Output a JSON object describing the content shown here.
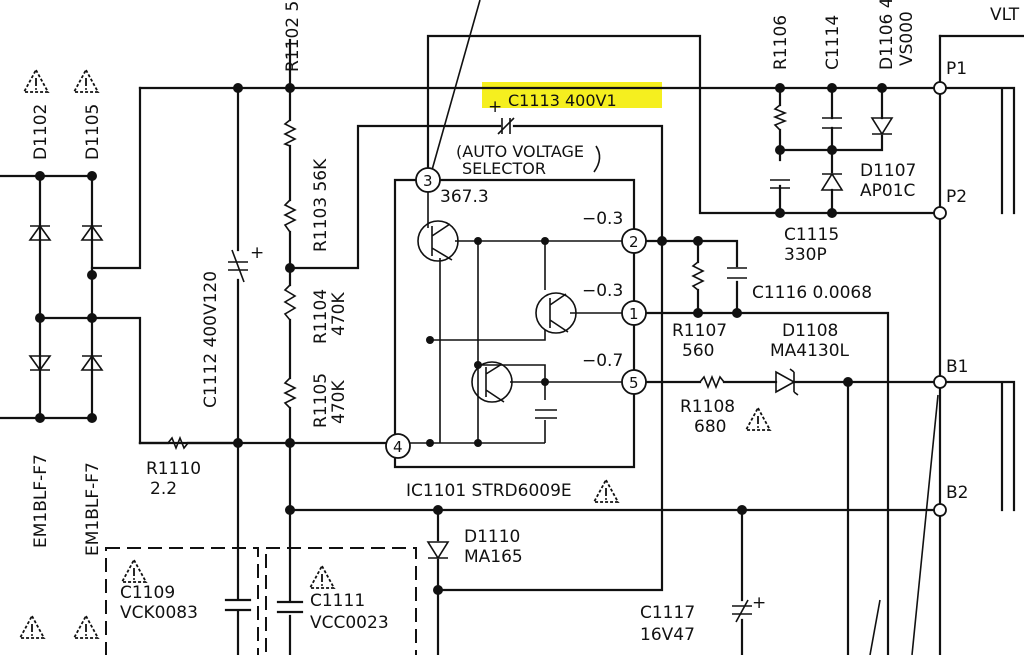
{
  "labels": {
    "r1102": "R1102 5",
    "r1106": "R1106",
    "c1114": "C1114",
    "d1106": "D1106 4",
    "vs": "VS000",
    "vlt": "VLT",
    "p1": "P1",
    "p2": "P2",
    "b1": "B1",
    "b2": "B2",
    "d1102": "D1102",
    "d1105": "D1105",
    "em1": "EM1BLF-F7",
    "em2": "EM1BLF-F7",
    "c1113": "C1113  400V1",
    "c1113_plus": "+",
    "avs1": "(AUTO VOLTAGE",
    "avs2": "SELECTOR",
    "v3": "367.3",
    "r1103": "R1103 56K",
    "r1104a": "R1104",
    "r1104b": "470K",
    "r1105a": "R1105",
    "r1105b": "470K",
    "c1112": "C1112  400V120",
    "c1112_plus": "+",
    "d1107": "D1107",
    "ap01c": "AP01C",
    "c1115": "C1115",
    "c1115v": "330P",
    "v2": "−0.3",
    "v1": "−0.3",
    "v5": "−0.7",
    "c1116": "C1116  0.0068",
    "r1107": "R1107",
    "r1107v": "560",
    "d1108": "D1108",
    "d1108v": "MA4130L",
    "r1108": "R1108",
    "r1108v": "680",
    "r1110": "R1110",
    "r1110v": "2.2",
    "ic1101": "IC1101   STRD6009E",
    "d1110": "D1110",
    "d1110v": "MA165",
    "c1109": "C1109",
    "c1109v": "VCK0083",
    "c1111": "C1111",
    "c1111v": "VCC0023",
    "c1117": "C1117",
    "c1117v": "16V47",
    "c1117_plus": "+",
    "pin1": "1",
    "pin2": "2",
    "pin3": "3",
    "pin4": "4",
    "pin5": "5"
  },
  "colors": {
    "highlight": "#f5ef1f",
    "ink": "#111111",
    "paper": "#ffffff"
  },
  "icons": [
    "caution-triangle-icon",
    "diode-symbol",
    "resistor-symbol",
    "capacitor-symbol",
    "transistor-symbol"
  ]
}
